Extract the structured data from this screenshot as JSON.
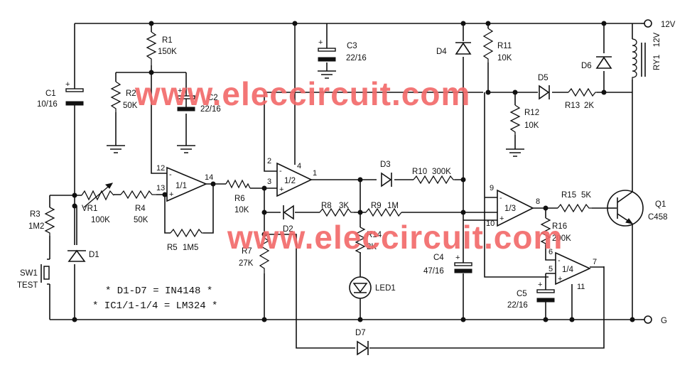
{
  "watermark": "www.eleccircuit.com",
  "rails": {
    "vplus": "12V",
    "ground": "G"
  },
  "notes": {
    "diodes": "* D1-D7 = IN4148 *",
    "ics": "* IC1/1-1/4 = LM324 *"
  },
  "components": {
    "R1": {
      "ref": "R1",
      "value": "150K"
    },
    "R2": {
      "ref": "R2",
      "value": "50K"
    },
    "R3": {
      "ref": "R3",
      "value": "1M2"
    },
    "R4": {
      "ref": "R4",
      "value": "50K"
    },
    "R5": {
      "ref": "R5",
      "value": "1M5"
    },
    "R6": {
      "ref": "R6",
      "value": "10K"
    },
    "R7": {
      "ref": "R7",
      "value": "27K"
    },
    "R8": {
      "ref": "R8",
      "value": "3K"
    },
    "R9": {
      "ref": "R9",
      "value": "1M"
    },
    "R10": {
      "ref": "R10",
      "value": "300K"
    },
    "R11": {
      "ref": "R11",
      "value": "10K"
    },
    "R12": {
      "ref": "R12",
      "value": "10K"
    },
    "R13": {
      "ref": "R13",
      "value": "2K"
    },
    "R14": {
      "ref": "R14",
      "value": "2K"
    },
    "R15": {
      "ref": "R15",
      "value": "5K"
    },
    "R16": {
      "ref": "R16",
      "value": "200K"
    },
    "VR1": {
      "ref": "VR1",
      "value": "100K"
    },
    "C1": {
      "ref": "C1",
      "value": "10/16"
    },
    "C2": {
      "ref": "C2",
      "value": "22/16"
    },
    "C3": {
      "ref": "C3",
      "value": "22/16"
    },
    "C4": {
      "ref": "C4",
      "value": "47/16"
    },
    "C5": {
      "ref": "C5",
      "value": "22/16"
    },
    "D1": {
      "ref": "D1"
    },
    "D2": {
      "ref": "D2"
    },
    "D3": {
      "ref": "D3"
    },
    "D4": {
      "ref": "D4"
    },
    "D5": {
      "ref": "D5"
    },
    "D6": {
      "ref": "D6"
    },
    "D7": {
      "ref": "D7"
    },
    "LED1": {
      "ref": "LED1"
    },
    "SW1": {
      "ref": "SW1",
      "value": "TEST"
    },
    "RY1": {
      "ref": "RY1",
      "value": "12V"
    },
    "Q1": {
      "ref": "Q1",
      "value": "C458"
    }
  },
  "opamps": {
    "ic1": {
      "label": "1/1",
      "pin_inv": "12",
      "pin_noninv": "13",
      "pin_out": "14"
    },
    "ic2": {
      "label": "1/2",
      "pin_inv": "2",
      "pin_noninv": "3",
      "pin_out": "1",
      "pin_vcc": "4"
    },
    "ic3": {
      "label": "1/3",
      "pin_inv": "9",
      "pin_noninv": "10",
      "pin_out": "8"
    },
    "ic4": {
      "label": "1/4",
      "pin_inv": "6",
      "pin_noninv": "5",
      "pin_out": "7",
      "pin_gnd": "11"
    }
  },
  "polarity": {
    "plus": "+",
    "minus": "-"
  }
}
